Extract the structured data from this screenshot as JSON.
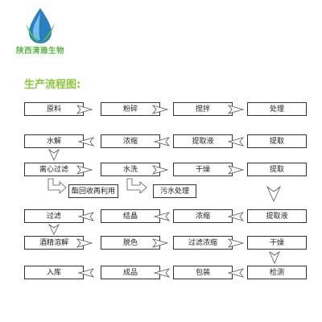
{
  "brand": {
    "name": "陕西清雅生物"
  },
  "section_title": "生产流程图:",
  "steps": {
    "row0": [
      "原料",
      "粉碎",
      "搅拌",
      "处理"
    ],
    "row1": [
      "水解",
      "浓缩",
      "提取液",
      "提取"
    ],
    "row2": [
      "离心过滤",
      "水洗",
      "干燥",
      "提取"
    ],
    "side": [
      "酯回收再利用",
      "污水处理"
    ],
    "row3": [
      "过滤",
      "结晶",
      "浓缩",
      "提取液"
    ],
    "row4": [
      "酒精溶解",
      "脱色",
      "过滤浓缩",
      "干燥"
    ],
    "row5": [
      "入库",
      "成品",
      "包装",
      "检测"
    ]
  },
  "colors": {
    "brand_green": "#5cb84a",
    "title_green": "#8cc63f",
    "drop_blue": "#2a7fc0"
  }
}
